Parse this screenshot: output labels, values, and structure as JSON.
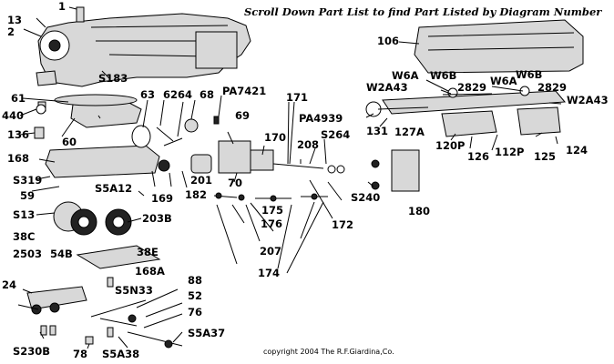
{
  "header": {
    "title": "Scroll Down Part List to find Part Listed by Diagram Number"
  },
  "footer": {
    "copyright": "copyright 2004 The R.F.Giardina,Co."
  },
  "callouts": {
    "p1": "1",
    "p13": "13",
    "p2": "2",
    "s183": "S183",
    "p106": "106",
    "w6a_1": "W6A",
    "w6b_1": "W6B",
    "w6a_2": "W6A",
    "w6b_2": "W6B",
    "w2a43_1": "W2A43",
    "p2829_1": "2829",
    "p2829_2": "2829",
    "w2a43_2": "W2A43",
    "p61": "61",
    "p440": "440",
    "p63": "63",
    "p62": "62",
    "p64": "64",
    "p68": "68",
    "pa7421": "PA7421",
    "p69": "69",
    "p171": "171",
    "pa4939": "PA4939",
    "p131": "131",
    "p127a": "127A",
    "p120p": "120P",
    "p126": "126",
    "p112p": "112P",
    "p125": "125",
    "p124": "124",
    "p136": "136",
    "p60": "60",
    "p170": "170",
    "s264": "S264",
    "p208": "208",
    "p168": "168",
    "s319": "S319",
    "p59": "59",
    "s5a12": "S5A12",
    "p169": "169",
    "p201": "201",
    "p182": "182",
    "p70": "70",
    "s240": "S240",
    "p180": "180",
    "s13": "S13",
    "p175": "175",
    "p176": "176",
    "p172": "172",
    "p203b": "203B",
    "p38c": "38C",
    "p2503": "2503",
    "p54b": "54B",
    "p38e": "38E",
    "p207": "207",
    "p168a": "168A",
    "p174": "174",
    "p24": "24",
    "s5n33": "S5N33",
    "p88": "88",
    "p52": "52",
    "p76": "76",
    "s5a37": "S5A37",
    "s230b": "S230B",
    "p78": "78",
    "s5a38": "S5A38"
  }
}
